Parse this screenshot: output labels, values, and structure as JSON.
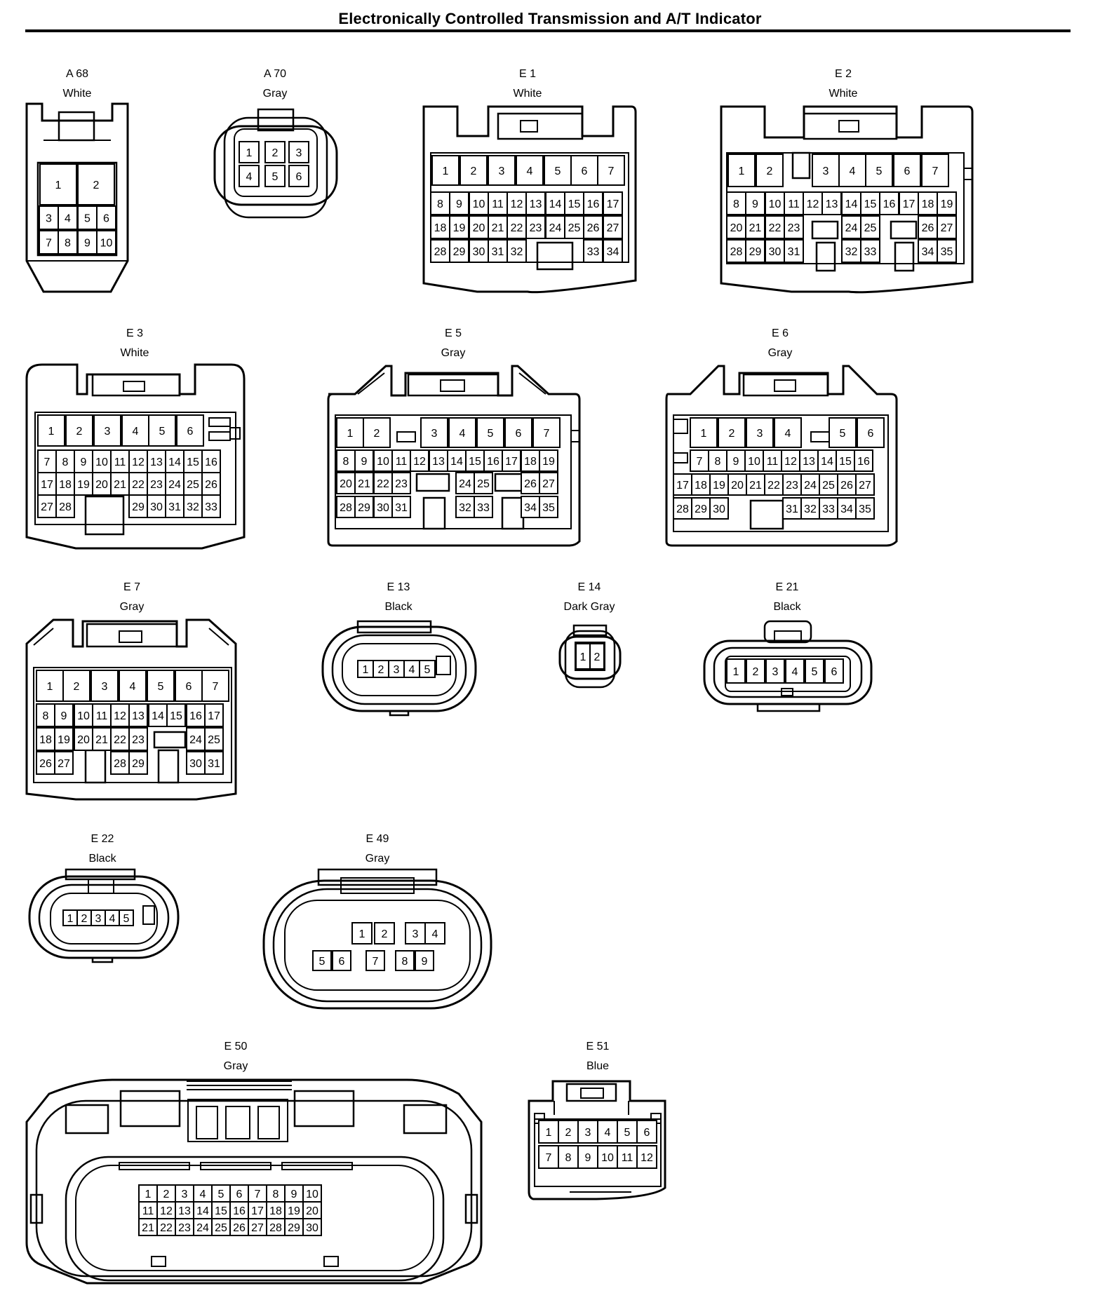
{
  "title": "Electronically Controlled Transmission and A/T Indicator",
  "connectors": [
    {
      "key": "a68",
      "id": "A 68",
      "color": "White",
      "rows": [
        [
          "1",
          "2"
        ],
        [
          "3",
          "4",
          "5",
          "6"
        ],
        [
          "7",
          "8",
          "9",
          "10"
        ]
      ]
    },
    {
      "key": "a70",
      "id": "A 70",
      "color": "Gray",
      "rows": [
        [
          "1",
          "2",
          "3"
        ],
        [
          "4",
          "5",
          "6"
        ]
      ]
    },
    {
      "key": "e1",
      "id": "E 1",
      "color": "White",
      "rows": [
        [
          "1",
          "2",
          "3",
          "4",
          "5",
          "6",
          "7"
        ],
        [
          "8",
          "9",
          "10",
          "11",
          "12",
          "13",
          "14",
          "15",
          "16",
          "17"
        ],
        [
          "18",
          "19",
          "20",
          "21",
          "22",
          "23",
          "24",
          "25",
          "26",
          "27"
        ],
        [
          "28",
          "29",
          "30",
          "31",
          "32",
          "33",
          "34"
        ]
      ]
    },
    {
      "key": "e2",
      "id": "E 2",
      "color": "White",
      "rows": [
        [
          "1",
          "2",
          "3",
          "4",
          "5",
          "6",
          "7"
        ],
        [
          "8",
          "9",
          "10",
          "11",
          "12",
          "13",
          "14",
          "15",
          "16",
          "17",
          "18",
          "19"
        ],
        [
          "20",
          "21",
          "22",
          "23",
          "24",
          "25",
          "26",
          "27"
        ],
        [
          "28",
          "29",
          "30",
          "31",
          "32",
          "33",
          "34",
          "35"
        ]
      ]
    },
    {
      "key": "e3",
      "id": "E 3",
      "color": "White",
      "rows": [
        [
          "1",
          "2",
          "3",
          "4",
          "5",
          "6"
        ],
        [
          "7",
          "8",
          "9",
          "10",
          "11",
          "12",
          "13",
          "14",
          "15",
          "16"
        ],
        [
          "17",
          "18",
          "19",
          "20",
          "21",
          "22",
          "23",
          "24",
          "25",
          "26"
        ],
        [
          "27",
          "28",
          "29",
          "30",
          "31",
          "32",
          "33"
        ]
      ]
    },
    {
      "key": "e5",
      "id": "E 5",
      "color": "Gray",
      "rows": [
        [
          "1",
          "2",
          "3",
          "4",
          "5",
          "6",
          "7"
        ],
        [
          "8",
          "9",
          "10",
          "11",
          "12",
          "13",
          "14",
          "15",
          "16",
          "17",
          "18",
          "19"
        ],
        [
          "20",
          "21",
          "22",
          "23",
          "24",
          "25",
          "26",
          "27"
        ],
        [
          "28",
          "29",
          "30",
          "31",
          "32",
          "33",
          "34",
          "35"
        ]
      ]
    },
    {
      "key": "e6",
      "id": "E 6",
      "color": "Gray",
      "rows": [
        [
          "1",
          "2",
          "3",
          "4",
          "5",
          "6"
        ],
        [
          "7",
          "8",
          "9",
          "10",
          "11",
          "12",
          "13",
          "14",
          "15",
          "16"
        ],
        [
          "17",
          "18",
          "19",
          "20",
          "21",
          "22",
          "23",
          "24",
          "25",
          "26",
          "27"
        ],
        [
          "28",
          "29",
          "30",
          "31",
          "32",
          "33",
          "34",
          "35"
        ]
      ]
    },
    {
      "key": "e7",
      "id": "E 7",
      "color": "Gray",
      "rows": [
        [
          "1",
          "2",
          "3",
          "4",
          "5",
          "6",
          "7"
        ],
        [
          "8",
          "9",
          "10",
          "11",
          "12",
          "13",
          "14",
          "15",
          "16",
          "17"
        ],
        [
          "18",
          "19",
          "20",
          "21",
          "22",
          "23",
          "24",
          "25"
        ],
        [
          "26",
          "27",
          "28",
          "29",
          "30",
          "31"
        ]
      ]
    },
    {
      "key": "e13",
      "id": "E 13",
      "color": "Black",
      "rows": [
        [
          "1",
          "2",
          "3",
          "4",
          "5"
        ]
      ]
    },
    {
      "key": "e14",
      "id": "E 14",
      "color": "Dark Gray",
      "rows": [
        [
          "1",
          "2"
        ]
      ]
    },
    {
      "key": "e21",
      "id": "E 21",
      "color": "Black",
      "rows": [
        [
          "1",
          "2",
          "3",
          "4",
          "5",
          "6"
        ]
      ]
    },
    {
      "key": "e22",
      "id": "E 22",
      "color": "Black",
      "rows": [
        [
          "1",
          "2",
          "3",
          "4",
          "5"
        ]
      ]
    },
    {
      "key": "e49",
      "id": "E 49",
      "color": "Gray",
      "rows": [
        [
          "1",
          "2",
          "3",
          "4"
        ],
        [
          "5",
          "6",
          "7",
          "8",
          "9"
        ]
      ]
    },
    {
      "key": "e50",
      "id": "E 50",
      "color": "Gray",
      "rows": [
        [
          "1",
          "2",
          "3",
          "4",
          "5",
          "6",
          "7",
          "8",
          "9",
          "10"
        ],
        [
          "11",
          "12",
          "13",
          "14",
          "15",
          "16",
          "17",
          "18",
          "19",
          "20"
        ],
        [
          "21",
          "22",
          "23",
          "24",
          "25",
          "26",
          "27",
          "28",
          "29",
          "30"
        ]
      ]
    },
    {
      "key": "e51",
      "id": "E 51",
      "color": "Blue",
      "rows": [
        [
          "1",
          "2",
          "3",
          "4",
          "5",
          "6"
        ],
        [
          "7",
          "8",
          "9",
          "10",
          "11",
          "12"
        ]
      ]
    }
  ]
}
